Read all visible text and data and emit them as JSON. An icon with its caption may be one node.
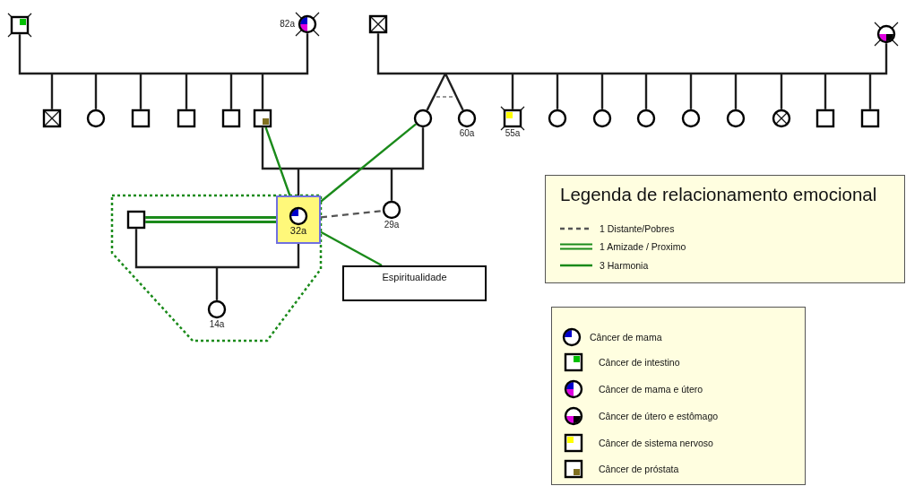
{
  "diagram": {
    "nodes": [
      {
        "text": [],
        "shape": "box"
      },
      {
        "text": [],
        "shape": "circle",
        "beside": [
          "82a"
        ]
      },
      {
        "text": [],
        "shape": "box"
      },
      {
        "text": [],
        "shape": "circle"
      },
      {
        "text": [],
        "shape": "box"
      },
      {
        "text": [],
        "shape": "circle"
      },
      {
        "text": [],
        "shape": "box"
      },
      {
        "text": [],
        "shape": "box"
      },
      {
        "text": [],
        "shape": "box"
      },
      {
        "text": [],
        "shape": "box"
      },
      {
        "text": [],
        "shape": "circle"
      },
      {
        "text": [],
        "shape": "circle",
        "beside": [
          "60a"
        ]
      },
      {
        "text": [],
        "shape": "box",
        "beside": [
          "55a"
        ]
      },
      {
        "text": [],
        "shape": "circle"
      },
      {
        "text": [],
        "shape": "circle"
      },
      {
        "text": [],
        "shape": "circle"
      },
      {
        "text": [],
        "shape": "circle"
      },
      {
        "text": [],
        "shape": "circle"
      },
      {
        "text": [],
        "shape": "circle"
      },
      {
        "text": [],
        "shape": "box"
      },
      {
        "text": [],
        "shape": "box"
      },
      {
        "text": [],
        "shape": "box"
      },
      {
        "text": [
          "32a"
        ]
      },
      {
        "text": [],
        "shape": "circle",
        "beside": [
          "29a"
        ]
      },
      {
        "text": [],
        "shape": "circle",
        "beside": [
          "14a"
        ]
      },
      {
        "text": [
          "Espiritualidade"
        ]
      }
    ],
    "edges": [
      {
        "from": 0,
        "to": 1,
        "arrow": "none"
      },
      {
        "from": null,
        "to": 4,
        "arrow": "none"
      },
      {
        "from": null,
        "to": 5,
        "arrow": "none"
      },
      {
        "from": null,
        "to": 6,
        "arrow": "none"
      },
      {
        "from": null,
        "to": 7,
        "arrow": "none"
      },
      {
        "from": null,
        "to": 8,
        "arrow": "none"
      },
      {
        "from": null,
        "to": 9,
        "arrow": "none"
      },
      {
        "from": 2,
        "to": 3,
        "arrow": "none"
      },
      {
        "from": null,
        "to": 10,
        "arrow": "none"
      },
      {
        "from": null,
        "to": 11,
        "arrow": "none"
      },
      {
        "from": null,
        "to": 12,
        "arrow": "none"
      },
      {
        "from": null,
        "to": 13,
        "arrow": "none"
      },
      {
        "from": null,
        "to": 14,
        "arrow": "none"
      },
      {
        "from": null,
        "to": 15,
        "arrow": "none"
      },
      {
        "from": null,
        "to": 16,
        "arrow": "none"
      },
      {
        "from": null,
        "to": 17,
        "arrow": "none"
      },
      {
        "from": null,
        "to": 18,
        "arrow": "none"
      },
      {
        "from": null,
        "to": 19,
        "arrow": "none"
      },
      {
        "from": null,
        "to": 20,
        "arrow": "none"
      },
      {
        "from": 9,
        "to": 10,
        "arrow": "none"
      },
      {
        "from": null,
        "to": 22,
        "arrow": "none"
      },
      {
        "from": null,
        "to": 23,
        "arrow": "none"
      },
      {
        "from": 21,
        "to": 22,
        "arrow": "none"
      },
      {
        "from": null,
        "to": 24,
        "arrow": "none"
      },
      {
        "from": 22,
        "to": 9,
        "arrow": "none",
        "color": "#1a8a1a"
      },
      {
        "from": 22,
        "to": 10,
        "arrow": "none",
        "color": "#1a8a1a"
      },
      {
        "from": 22,
        "to": 21,
        "arrow": "none",
        "style": "thick",
        "color": "#1a8a1a"
      },
      {
        "from": 22,
        "to": 23,
        "arrow": "none",
        "style": "dashed",
        "color": "#555555"
      },
      {
        "from": 22,
        "to": 25,
        "arrow": "none",
        "color": "#1a8a1a"
      }
    ],
    "labels": [
      "Legenda de relacionamento emocional"
    ],
    "legend": [
      {
        "text": "1 Distante/Pobres"
      },
      {
        "text": "1 Amizade / Proximo"
      },
      {
        "text": "3 Harmonia"
      },
      {
        "text": "Câncer de mama"
      },
      {
        "text": "Câncer de intestino"
      },
      {
        "text": "Câncer de mama e útero"
      },
      {
        "text": "Câncer de útero e estômago"
      },
      {
        "text": "Câncer de sistema nervoso"
      },
      {
        "text": "Câncer de próstata"
      }
    ]
  }
}
